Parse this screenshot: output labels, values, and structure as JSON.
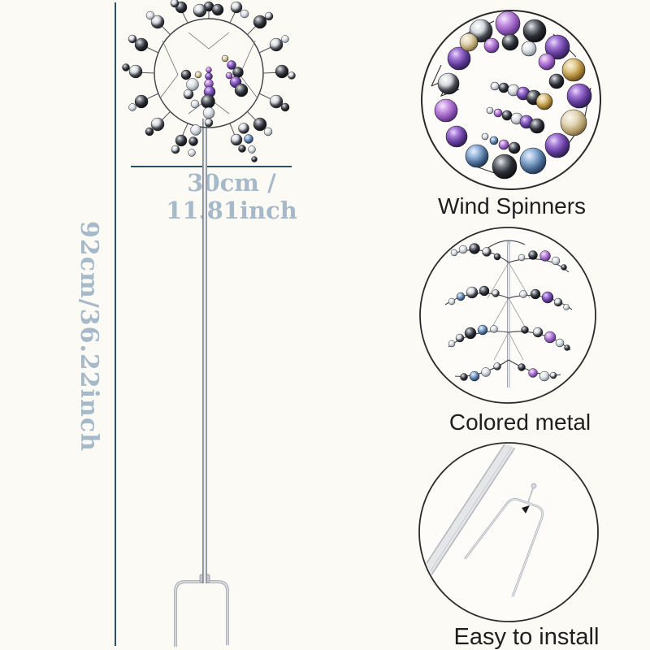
{
  "page": {
    "background": "#fcfaf4"
  },
  "dimensions": {
    "width_label": "30cm / 11.81inch",
    "height_label": "92cm/36.22inch",
    "line_color": "#2e4f5e",
    "text_color": "#a6b9c9"
  },
  "features": [
    {
      "label": "Wind Spinners"
    },
    {
      "label": "Colored metal"
    },
    {
      "label": "Easy to install"
    }
  ],
  "label_color": "#1f1f1f"
}
